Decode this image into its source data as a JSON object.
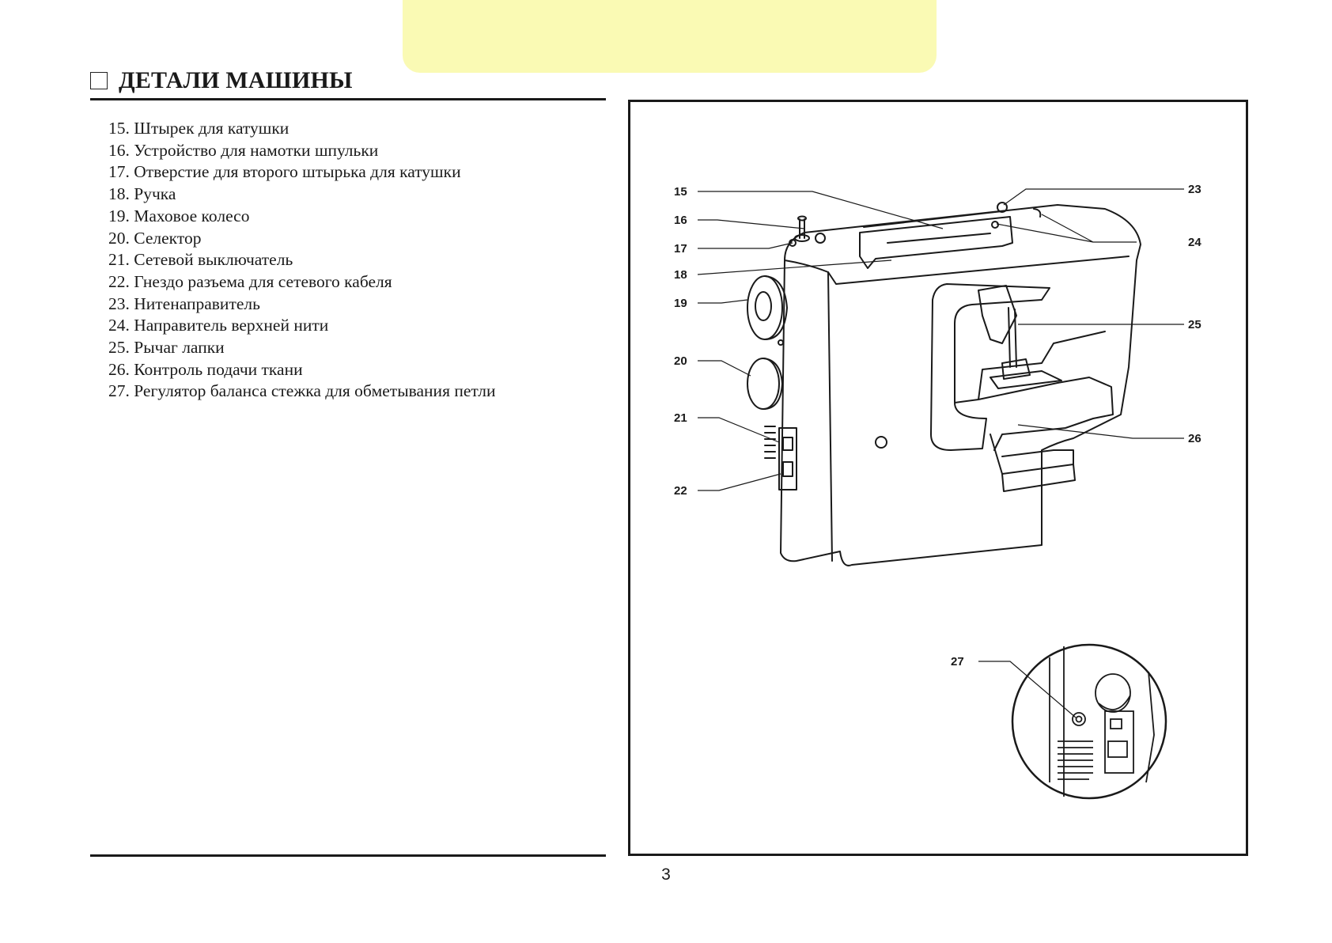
{
  "section": {
    "title": "ДЕТАЛИ МАШИНЫ"
  },
  "parts": [
    {
      "number": "15",
      "text": "15. Штырек для катушки"
    },
    {
      "number": "16",
      "text": "16. Устройство для намотки шпульки"
    },
    {
      "number": "17",
      "text": "17. Отверстие для второго штырька для катушки"
    },
    {
      "number": "18",
      "text": "18. Ручка"
    },
    {
      "number": "19",
      "text": "19. Маховое колесо"
    },
    {
      "number": "20",
      "text": "20. Селектор"
    },
    {
      "number": "21",
      "text": "21. Сетевой выключатель"
    },
    {
      "number": "22",
      "text": "22. Гнездо разъема для сетевого кабеля"
    },
    {
      "number": "23",
      "text": "23. Нитенаправитель"
    },
    {
      "number": "24",
      "text": "24. Направитель верхней нити"
    },
    {
      "number": "25",
      "text": "25. Рычаг лапки"
    },
    {
      "number": "26",
      "text": "26. Контроль подачи ткани"
    },
    {
      "number": "27",
      "text": "27. Регулятор баланса стежка для обметывания петли"
    }
  ],
  "figure": {
    "callouts": [
      "15",
      "16",
      "17",
      "18",
      "19",
      "20",
      "21",
      "22",
      "23",
      "24",
      "25",
      "26",
      "27"
    ]
  },
  "page": {
    "number": "3"
  },
  "colors": {
    "tab_background": "#fafab4",
    "ink": "#1a1a1a"
  }
}
